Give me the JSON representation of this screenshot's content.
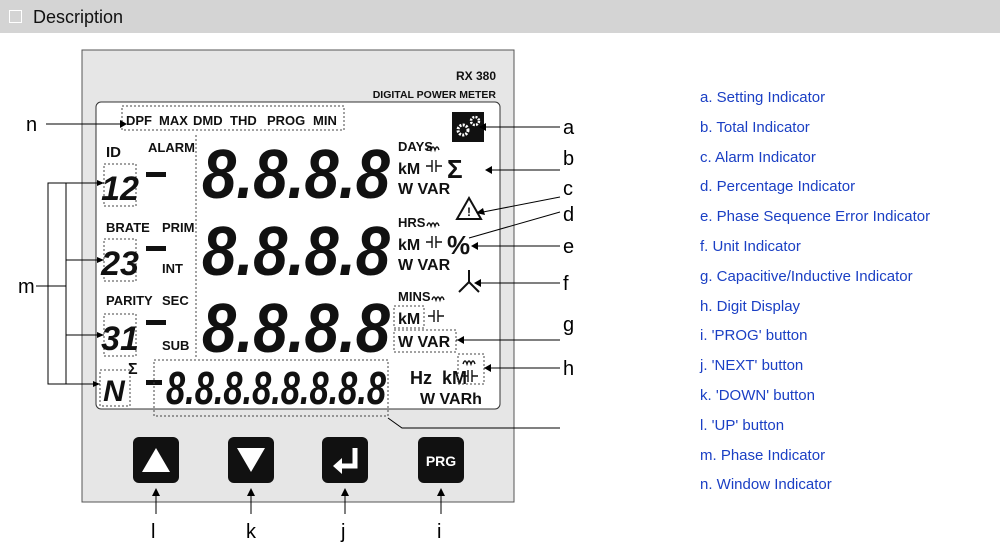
{
  "section_title": "Description",
  "device": {
    "model": "RX 380",
    "name": "DIGITAL POWER METER"
  },
  "lcd": {
    "window_labels": [
      "DPF",
      "MAX",
      "DMD",
      "THD",
      "PROG",
      "MIN"
    ],
    "phase_labels": [
      "ID",
      "BRATE",
      "PARITY"
    ],
    "phase_digits": [
      "12",
      "23",
      "31",
      "N"
    ],
    "alarm": "ALARM",
    "prim": "PRIM",
    "int": "INT",
    "sec": "SEC",
    "sub": "SUB",
    "main_digits": [
      "8.8.8.8",
      "8.8.8.8",
      "8.8.8.8"
    ],
    "bottom_digits": "8.8.8.8.8.8.8.8",
    "days": "DAYS",
    "hrs": "HRS",
    "mins": "MINS",
    "km": "kM",
    "wvar": "W VAR",
    "percent": "%",
    "hz": "Hz",
    "wvarh": "W VARh",
    "sigma": "Σ",
    "alarm_sign": "!"
  },
  "buttons": {
    "prg": "PRG"
  },
  "callouts": [
    "a",
    "b",
    "c",
    "d",
    "e",
    "f",
    "g",
    "h",
    "i",
    "j",
    "k",
    "l",
    "m",
    "n"
  ],
  "legend": [
    "a. Setting Indicator",
    "b. Total Indicator",
    "c. Alarm Indicator",
    "d. Percentage Indicator",
    "e. Phase Sequence Error Indicator",
    "f. Unit Indicator",
    "g. Capacitive/Inductive Indicator",
    "h. Digit Display",
    "i. 'PROG' button",
    "j. 'NEXT' button",
    "k. 'DOWN' button",
    "l. 'UP' button",
    "m. Phase Indicator",
    "n. Window Indicator"
  ]
}
